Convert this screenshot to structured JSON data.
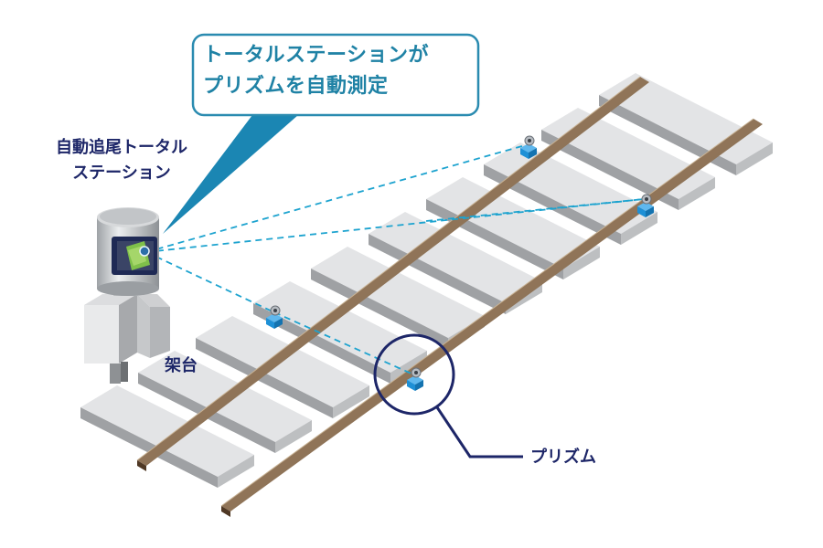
{
  "callout": {
    "line1": "トータルステーションが",
    "line2": "プリズムを自動測定"
  },
  "labels": {
    "total_station_line1": "自動追尾トータル",
    "total_station_line2": "ステーション",
    "stand": "架台",
    "prism": "プリズム"
  },
  "colors": {
    "callout_border": "#2a8bb0",
    "callout_text": "#1f82a5",
    "label_text": "#1d2668",
    "laser": "#1da3cf",
    "rail": "#7a5c3d",
    "sleeper": "#cfd0d2",
    "prism_base": "#1e90d6",
    "highlight_circle": "#1d2668"
  }
}
